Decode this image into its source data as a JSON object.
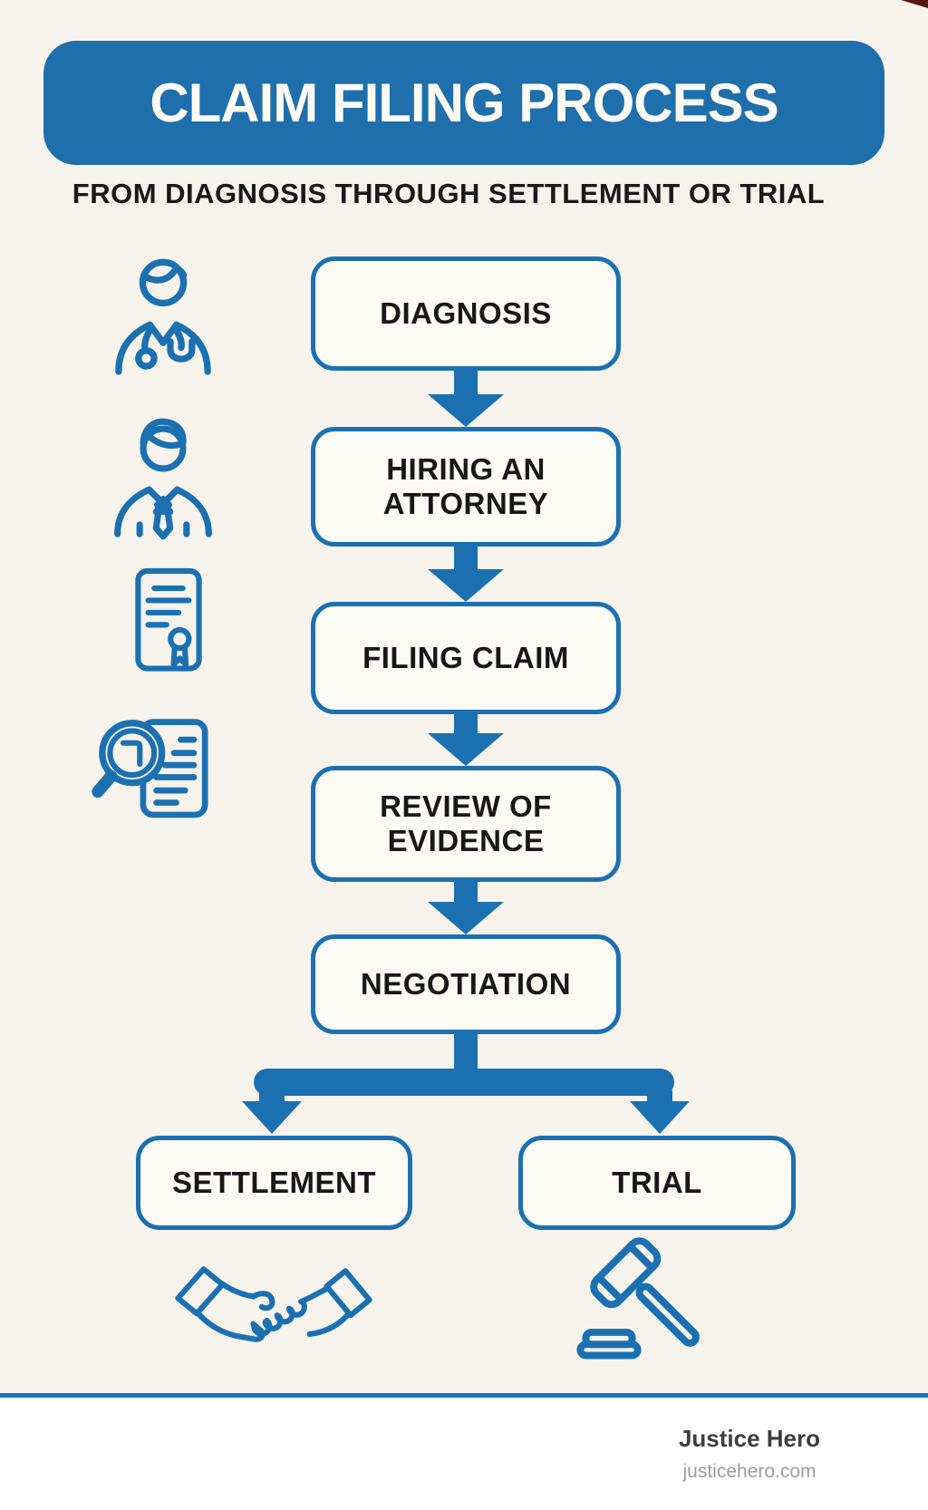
{
  "meta": {
    "background_color": "#f6f3ec",
    "accent_blue": "#1b70b2",
    "header_blue": "#1f6fad",
    "footer_line_blue": "#1977c0",
    "text_color": "#171717",
    "footer_text_color": "#3e3e3e",
    "footer_url_color": "#9c9c9c"
  },
  "header": {
    "title": "CLAIM FILING PROCESS",
    "subtitle": "FROM DIAGNOSIS THROUGH SETTLEMENT OR TRIAL"
  },
  "flow": {
    "steps": [
      {
        "label": "DIAGNOSIS",
        "icon": "doctor-icon"
      },
      {
        "label": "HIRING AN ATTORNEY",
        "icon": "attorney-icon"
      },
      {
        "label": "FILING CLAIM",
        "icon": "contract-document-icon"
      },
      {
        "label": "REVIEW OF EVIDENCE",
        "icon": "magnifier-document-icon"
      },
      {
        "label": "NEGOTIATION",
        "icon": ""
      }
    ],
    "outcomes": [
      {
        "label": "SETTLEMENT",
        "icon": "handshake-icon"
      },
      {
        "label": "TRIAL",
        "icon": "gavel-icon"
      }
    ]
  },
  "footer": {
    "brand": "Justice Hero",
    "website": "justicehero.com"
  }
}
